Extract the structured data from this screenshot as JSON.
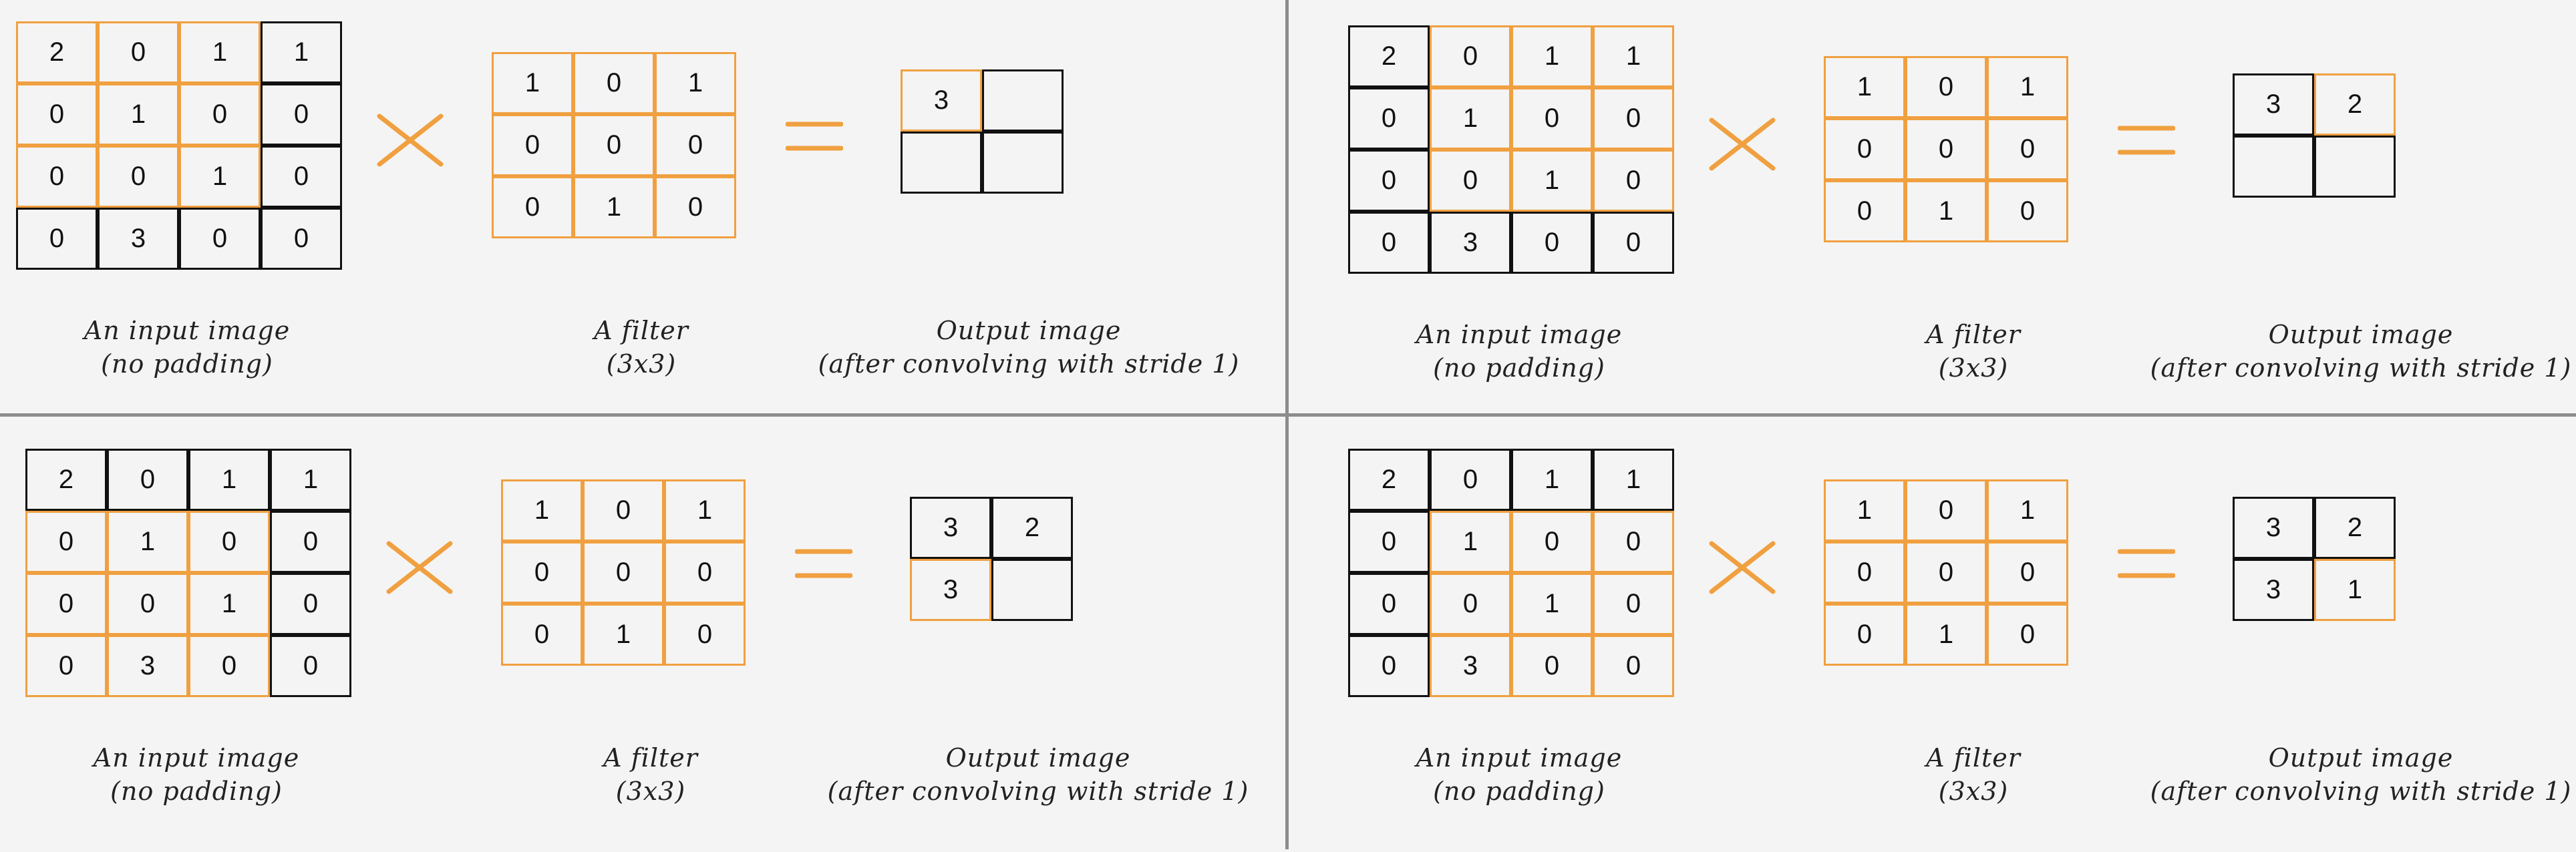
{
  "panels": [
    {
      "input": [
        [
          "2",
          "0",
          "1",
          "1"
        ],
        [
          "0",
          "1",
          "0",
          "0"
        ],
        [
          "0",
          "0",
          "1",
          "0"
        ],
        [
          "0",
          "3",
          "0",
          "0"
        ]
      ],
      "input_highlight": [
        [
          1,
          1,
          1,
          0
        ],
        [
          1,
          1,
          1,
          0
        ],
        [
          1,
          1,
          1,
          0
        ],
        [
          0,
          0,
          0,
          0
        ]
      ],
      "filter": [
        [
          "1",
          "0",
          "1"
        ],
        [
          "0",
          "0",
          "0"
        ],
        [
          "0",
          "1",
          "0"
        ]
      ],
      "output": [
        [
          "3",
          ""
        ],
        [
          "",
          ""
        ]
      ],
      "output_highlight": [
        [
          1,
          0
        ],
        [
          0,
          0
        ]
      ]
    },
    {
      "input": [
        [
          "2",
          "0",
          "1",
          "1"
        ],
        [
          "0",
          "1",
          "0",
          "0"
        ],
        [
          "0",
          "0",
          "1",
          "0"
        ],
        [
          "0",
          "3",
          "0",
          "0"
        ]
      ],
      "input_highlight": [
        [
          0,
          1,
          1,
          1
        ],
        [
          0,
          1,
          1,
          1
        ],
        [
          0,
          1,
          1,
          1
        ],
        [
          0,
          0,
          0,
          0
        ]
      ],
      "filter": [
        [
          "1",
          "0",
          "1"
        ],
        [
          "0",
          "0",
          "0"
        ],
        [
          "0",
          "1",
          "0"
        ]
      ],
      "output": [
        [
          "3",
          "2"
        ],
        [
          "",
          ""
        ]
      ],
      "output_highlight": [
        [
          0,
          1
        ],
        [
          0,
          0
        ]
      ]
    },
    {
      "input": [
        [
          "2",
          "0",
          "1",
          "1"
        ],
        [
          "0",
          "1",
          "0",
          "0"
        ],
        [
          "0",
          "0",
          "1",
          "0"
        ],
        [
          "0",
          "3",
          "0",
          "0"
        ]
      ],
      "input_highlight": [
        [
          0,
          0,
          0,
          0
        ],
        [
          1,
          1,
          1,
          0
        ],
        [
          1,
          1,
          1,
          0
        ],
        [
          1,
          1,
          1,
          0
        ]
      ],
      "filter": [
        [
          "1",
          "0",
          "1"
        ],
        [
          "0",
          "0",
          "0"
        ],
        [
          "0",
          "1",
          "0"
        ]
      ],
      "output": [
        [
          "3",
          "2"
        ],
        [
          "3",
          ""
        ]
      ],
      "output_highlight": [
        [
          0,
          0
        ],
        [
          1,
          0
        ]
      ]
    },
    {
      "input": [
        [
          "2",
          "0",
          "1",
          "1"
        ],
        [
          "0",
          "1",
          "0",
          "0"
        ],
        [
          "0",
          "0",
          "1",
          "0"
        ],
        [
          "0",
          "3",
          "0",
          "0"
        ]
      ],
      "input_highlight": [
        [
          0,
          0,
          0,
          0
        ],
        [
          0,
          1,
          1,
          1
        ],
        [
          0,
          1,
          1,
          1
        ],
        [
          0,
          1,
          1,
          1
        ]
      ],
      "filter": [
        [
          "1",
          "0",
          "1"
        ],
        [
          "0",
          "0",
          "0"
        ],
        [
          "0",
          "1",
          "0"
        ]
      ],
      "output": [
        [
          "3",
          "2"
        ],
        [
          "3",
          "1"
        ]
      ],
      "output_highlight": [
        [
          0,
          0
        ],
        [
          0,
          1
        ]
      ]
    }
  ],
  "captions": {
    "input_line1": "An input image",
    "input_line2": "(no padding)",
    "filter_line1": "A filter",
    "filter_line2": "(3x3)",
    "output_line1": "Output image",
    "output_line2": "(after convolving with stride 1)"
  },
  "colors": {
    "highlight": "#f0a040",
    "grid": "#111111",
    "divider": "#8c8c8c",
    "background": "#f4f4f4"
  },
  "icons": {
    "operator_multiply": "multiply-cross-icon",
    "operator_equals": "equals-sign-icon"
  }
}
